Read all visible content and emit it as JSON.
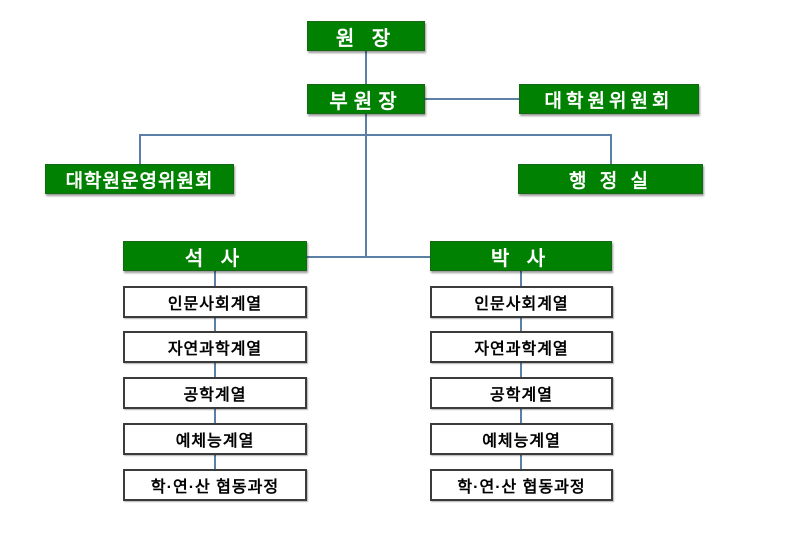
{
  "org_chart": {
    "nodes": {
      "director": "원 장",
      "vice_director": "부원장",
      "graduate_committee": "대학원위원회",
      "operations_committee": "대학원운영위원회",
      "admin_office": "행 정 실",
      "masters": "석 사",
      "doctoral": "박 사"
    },
    "masters_tracks": [
      "인문사회계열",
      "자연과학계열",
      "공학계열",
      "예체능계열",
      "학·연·산 협동과정"
    ],
    "doctoral_tracks": [
      "인문사회계열",
      "자연과학계열",
      "공학계열",
      "예체능계열",
      "학·연·산 협동과정"
    ],
    "colors": {
      "box_green": "#018101",
      "connector_blue": "#5B7FA6",
      "white_box_border": "#3b3b3b"
    }
  }
}
